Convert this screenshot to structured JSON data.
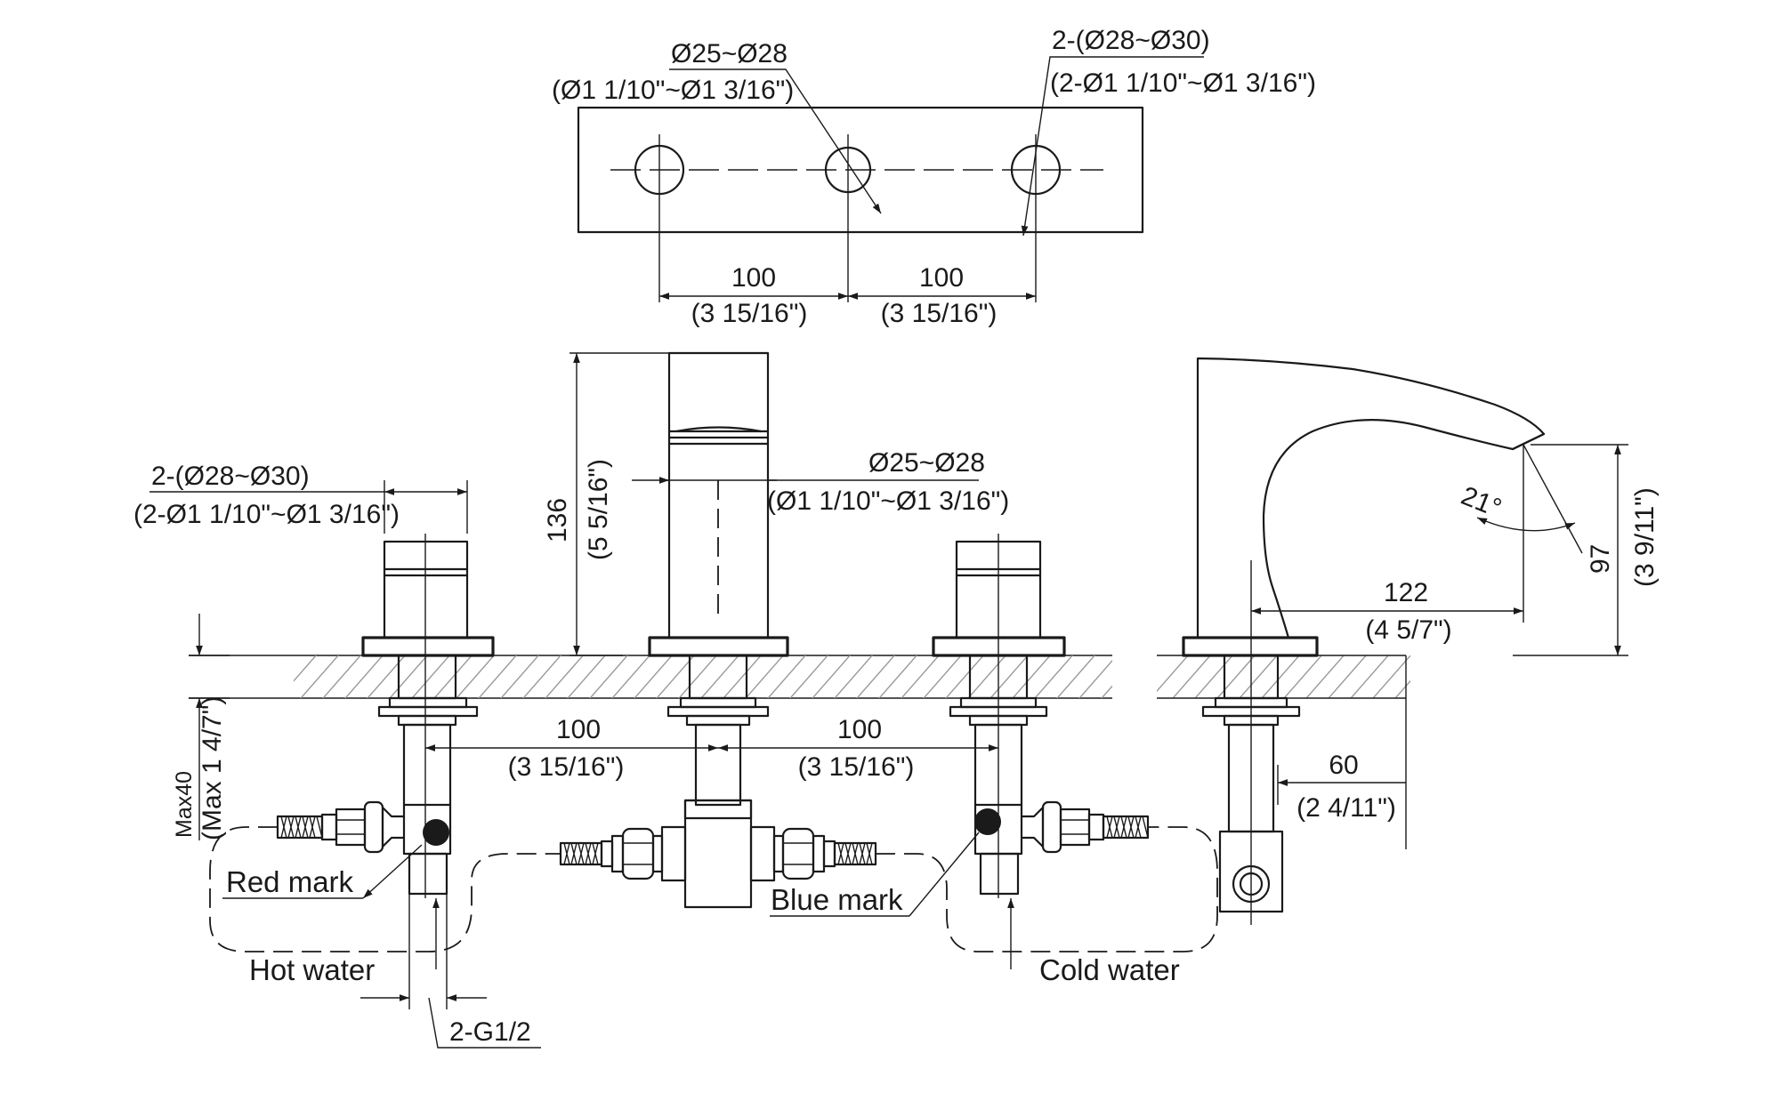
{
  "top_view": {
    "hole_center_dia": "Ø25~Ø28",
    "hole_center_dia_in": "(Ø1 1/10\"~Ø1 3/16\")",
    "hole_side_dia": "2-(Ø28~Ø30)",
    "hole_side_dia_in": "(2-Ø1 1/10\"~Ø1 3/16\")",
    "spacing_left": "100",
    "spacing_left_in": "(3 15/16\")",
    "spacing_right": "100",
    "spacing_right_in": "(3 15/16\")"
  },
  "front_view": {
    "handle_dia": "2-(Ø28~Ø30)",
    "handle_dia_in": "(2-Ø1 1/10\"~Ø1 3/16\")",
    "height": "136",
    "height_in": "(5 5/16\")",
    "spout_dia": "Ø25~Ø28",
    "spout_dia_in": "(Ø1 1/10\"~Ø1 3/16\")",
    "below_left": "100",
    "below_left_in": "(3 15/16\")",
    "below_right": "100",
    "below_right_in": "(3 15/16\")",
    "max_deck": "Max40",
    "max_deck_in": "(Max 1 4/7\")",
    "red_mark": "Red mark",
    "blue_mark": "Blue mark",
    "hot_water": "Hot water",
    "cold_water": "Cold water",
    "thread": "2-G1/2"
  },
  "side_view": {
    "angle": "21°",
    "reach": "122",
    "reach_in": "(4 5/7\")",
    "spout_height": "97",
    "spout_height_in": "(3 9/11\")",
    "depth": "60",
    "depth_in": "(2 4/11\")"
  },
  "colors": {
    "line": "#1a1a1a",
    "hatch": "#9a9a9a",
    "mark": "#1a1a1a"
  }
}
